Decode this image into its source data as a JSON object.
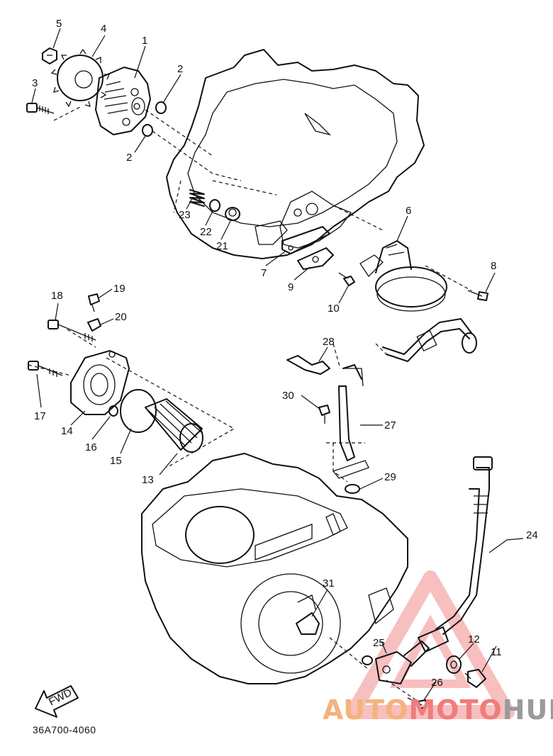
{
  "diagram": {
    "callouts": [
      {
        "id": "c1",
        "text": "1"
      },
      {
        "id": "c2a",
        "text": "2"
      },
      {
        "id": "c2b",
        "text": "2"
      },
      {
        "id": "c3",
        "text": "3"
      },
      {
        "id": "c4",
        "text": "4"
      },
      {
        "id": "c5",
        "text": "5"
      },
      {
        "id": "c6",
        "text": "6"
      },
      {
        "id": "c7",
        "text": "7"
      },
      {
        "id": "c8",
        "text": "8"
      },
      {
        "id": "c9",
        "text": "9"
      },
      {
        "id": "c10",
        "text": "10"
      },
      {
        "id": "c11",
        "text": "11"
      },
      {
        "id": "c12",
        "text": "12"
      },
      {
        "id": "c13",
        "text": "13"
      },
      {
        "id": "c14",
        "text": "14"
      },
      {
        "id": "c15",
        "text": "15"
      },
      {
        "id": "c16",
        "text": "16"
      },
      {
        "id": "c17",
        "text": "17"
      },
      {
        "id": "c18",
        "text": "18"
      },
      {
        "id": "c19",
        "text": "19"
      },
      {
        "id": "c20",
        "text": "20"
      },
      {
        "id": "c21",
        "text": "21"
      },
      {
        "id": "c22",
        "text": "22"
      },
      {
        "id": "c23",
        "text": "23"
      },
      {
        "id": "c24",
        "text": "24"
      },
      {
        "id": "c25",
        "text": "25"
      },
      {
        "id": "c26",
        "text": "26"
      },
      {
        "id": "c27",
        "text": "27"
      },
      {
        "id": "c28",
        "text": "28"
      },
      {
        "id": "c29",
        "text": "29"
      },
      {
        "id": "c30",
        "text": "30"
      },
      {
        "id": "c31",
        "text": "31"
      }
    ],
    "fwd_label": "FWD",
    "part_code": "36A700-4060"
  },
  "watermark": {
    "part1": "AUTO",
    "part2": "MOTO",
    "part3": "HUB",
    "colors": {
      "auto": "#f6b27c",
      "moto": "#f07c7c",
      "hub": "#9a9a9a",
      "triangle": "#f28b8b"
    }
  }
}
